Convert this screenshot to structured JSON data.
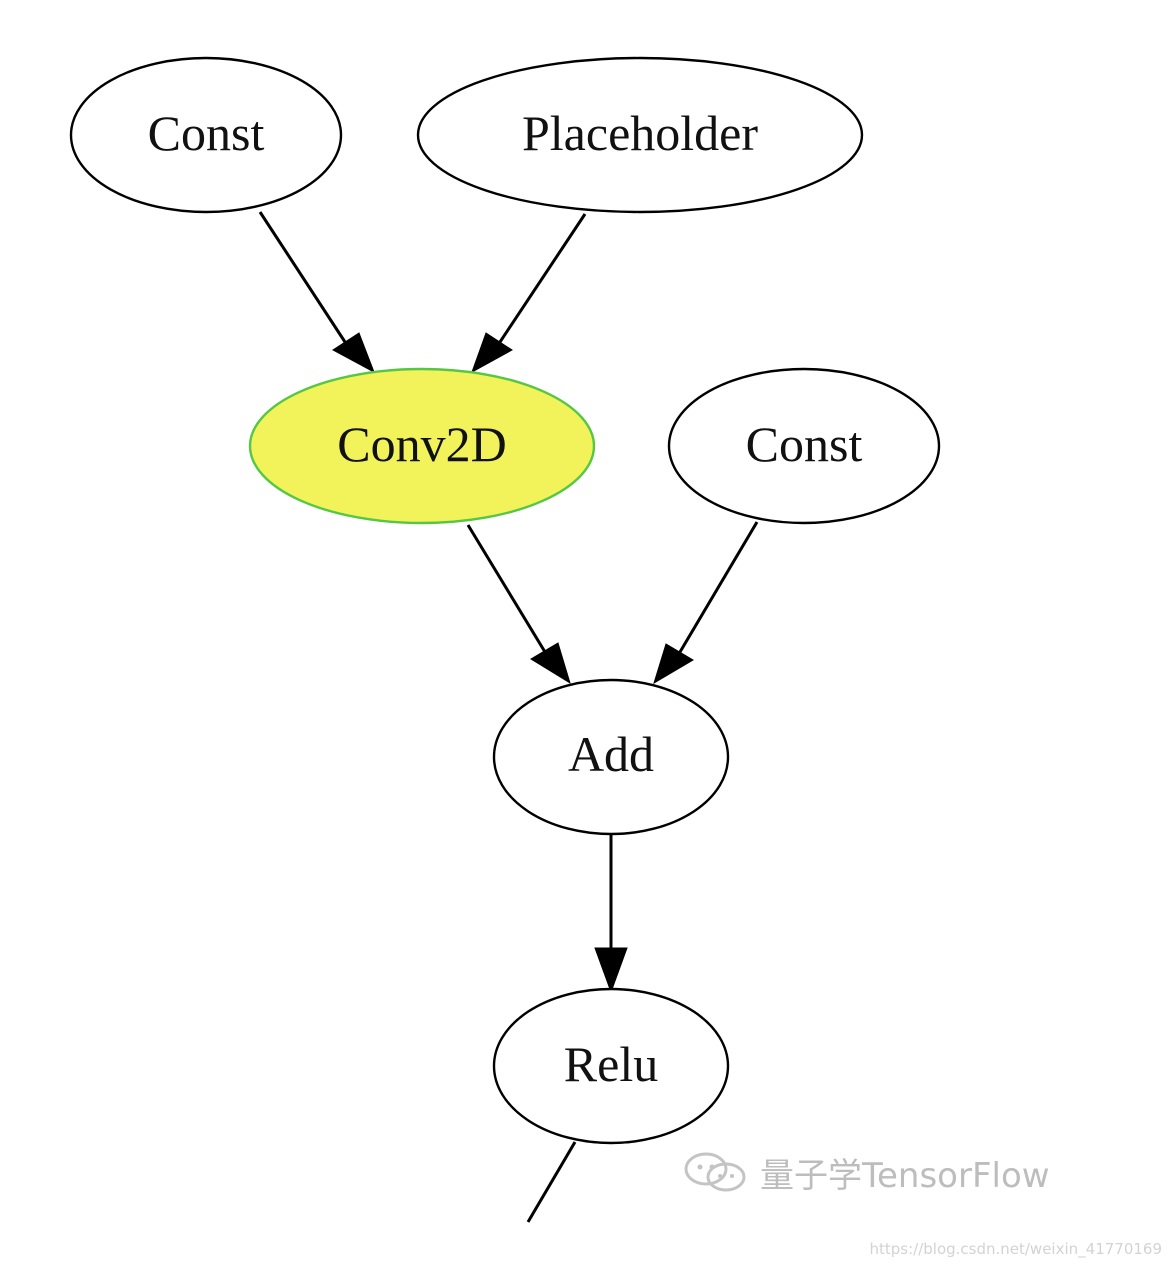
{
  "diagram": {
    "nodes": [
      {
        "id": "const1",
        "label": "Const",
        "highlighted": false
      },
      {
        "id": "placeholder",
        "label": "Placeholder",
        "highlighted": false
      },
      {
        "id": "conv2d",
        "label": "Conv2D",
        "highlighted": true
      },
      {
        "id": "const2",
        "label": "Const",
        "highlighted": false
      },
      {
        "id": "add",
        "label": "Add",
        "highlighted": false
      },
      {
        "id": "relu",
        "label": "Relu",
        "highlighted": false
      }
    ],
    "edges": [
      {
        "from": "const1",
        "to": "conv2d"
      },
      {
        "from": "placeholder",
        "to": "conv2d"
      },
      {
        "from": "conv2d",
        "to": "add"
      },
      {
        "from": "const2",
        "to": "add"
      },
      {
        "from": "add",
        "to": "relu"
      },
      {
        "from": "relu",
        "to": ""
      }
    ],
    "colors": {
      "highlight_fill": "#f2f25a",
      "highlight_stroke": "#54c744",
      "default_fill": "#ffffff",
      "stroke": "#000000"
    }
  },
  "watermark": {
    "text": "量子学TensorFlow",
    "icon": "wechat-icon"
  },
  "source_url": "https://blog.csdn.net/weixin_41770169"
}
